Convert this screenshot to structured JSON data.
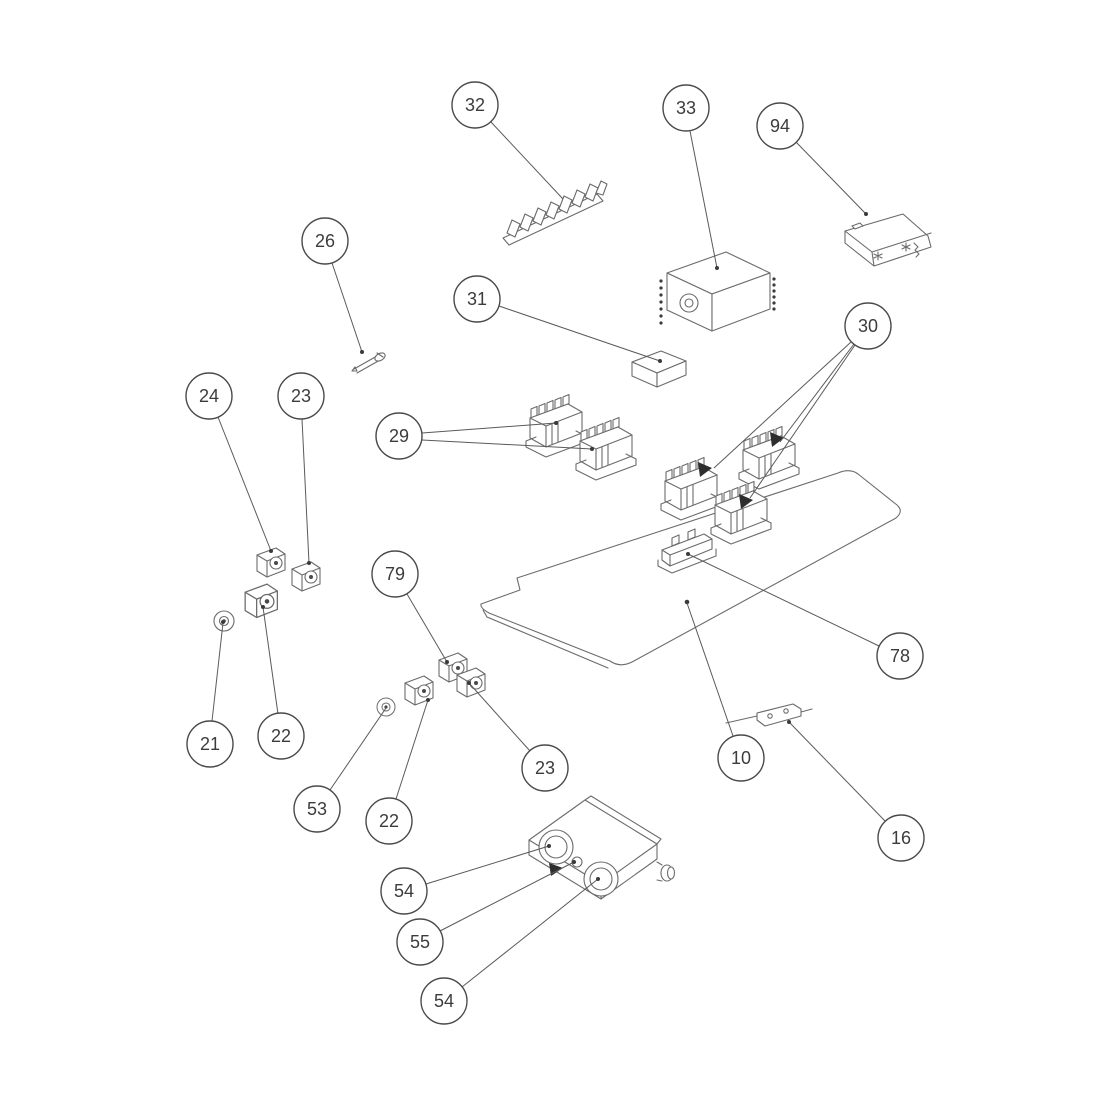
{
  "diagram": {
    "kind": "exploded-parts-diagram",
    "background_color": "#ffffff",
    "line_color": "#6b6b6b",
    "callout_color": "#4a4a4a",
    "callouts": [
      {
        "label": "32"
      },
      {
        "label": "33"
      },
      {
        "label": "94"
      },
      {
        "label": "26"
      },
      {
        "label": "31"
      },
      {
        "label": "30"
      },
      {
        "label": "24"
      },
      {
        "label": "23"
      },
      {
        "label": "29"
      },
      {
        "label": "79"
      },
      {
        "label": "78"
      },
      {
        "label": "21"
      },
      {
        "label": "22"
      },
      {
        "label": "53"
      },
      {
        "label": "22"
      },
      {
        "label": "23"
      },
      {
        "label": "10"
      },
      {
        "label": "16"
      },
      {
        "label": "54"
      },
      {
        "label": "55"
      },
      {
        "label": "54"
      }
    ]
  }
}
